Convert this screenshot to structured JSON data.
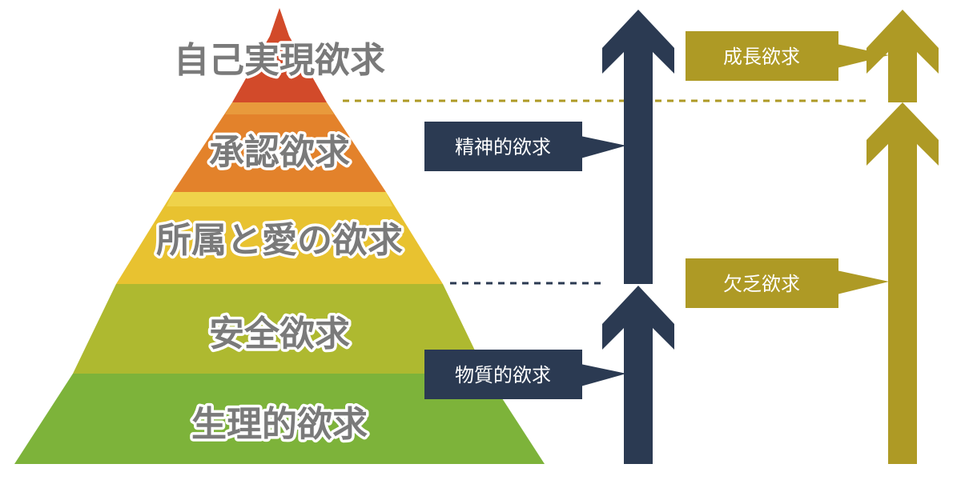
{
  "pyramid": {
    "levels": [
      {
        "label": "自己実現欲求",
        "color": "#d24a2a"
      },
      {
        "label": "承認欲求",
        "color": "#e3822b"
      },
      {
        "label": "所属と愛の欲求",
        "color": "#e8c230"
      },
      {
        "label": "安全欲求",
        "color": "#aeb930"
      },
      {
        "label": "生理的欲求",
        "color": "#7db33a"
      }
    ]
  },
  "callouts": {
    "spiritual": "精神的欲求",
    "material": "物質的欲求",
    "growth": "成長欲求",
    "deficiency": "欠乏欲求"
  },
  "colors": {
    "navy": "#2b3a52",
    "olive": "#ae9a25",
    "text_gray": "#7a7a7a"
  }
}
